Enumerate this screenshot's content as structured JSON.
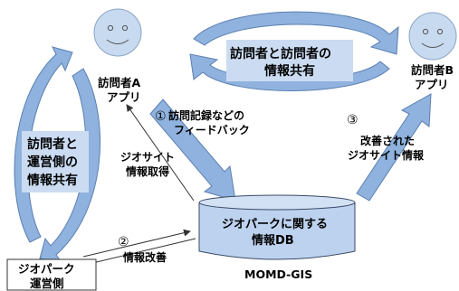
{
  "colors": {
    "face": "#c7daf0",
    "face_stroke": "#8aa4c4",
    "arrow_blue": "#8fb2de",
    "arrow_stroke": "#5b7fb0",
    "label_box": "#cbdcf2",
    "db_fill": "#bdd2ee",
    "db_stroke": "#3a4a66"
  },
  "icons": [
    "smiley-face-icon",
    "database-cylinder-icon",
    "curved-arrow-icon"
  ],
  "visitor_a": {
    "line1": "訪問者A",
    "line2": "アプリ"
  },
  "visitor_b": {
    "line1": "訪問者B",
    "line2": "アプリ"
  },
  "top_cycle": {
    "line1": "訪問者と訪問者の",
    "line2": "情報共有"
  },
  "left_cycle": {
    "line1": "訪問者と",
    "line2": "運営側の",
    "line3": "情報共有"
  },
  "step1": {
    "number": "①",
    "line1": "訪問記録などの",
    "line2": "フィードバック"
  },
  "step2": {
    "number": "②",
    "line1": "情報改善"
  },
  "step3": {
    "number": "③",
    "line1": "改善された",
    "line2": "ジオサイト情報"
  },
  "acquire": {
    "line1": "ジオサイト",
    "line2": "情報取得"
  },
  "database": {
    "line1": "ジオパークに関する",
    "line2": "情報DB",
    "caption": "MOMD-GIS"
  },
  "operator": {
    "line1": "ジオパーク",
    "line2": "運営側"
  }
}
